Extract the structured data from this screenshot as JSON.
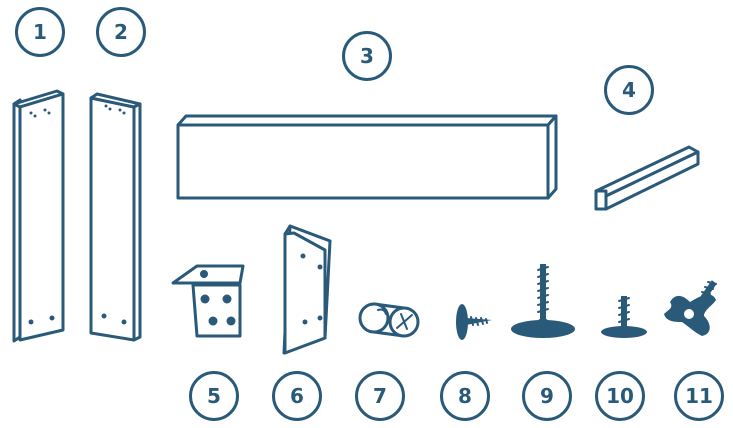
{
  "parts": [
    {
      "id": "1",
      "label": "1",
      "icon": "side-panel-left"
    },
    {
      "id": "2",
      "label": "2",
      "icon": "side-panel-right"
    },
    {
      "id": "3",
      "label": "3",
      "icon": "long-board"
    },
    {
      "id": "4",
      "label": "4",
      "icon": "wooden-dowel-bar"
    },
    {
      "id": "5",
      "label": "5",
      "icon": "angle-bracket"
    },
    {
      "id": "6",
      "label": "6",
      "icon": "mounting-plate"
    },
    {
      "id": "7",
      "label": "7",
      "icon": "cam-lock"
    },
    {
      "id": "8",
      "label": "8",
      "icon": "nail"
    },
    {
      "id": "9",
      "label": "9",
      "icon": "large-leveling-foot"
    },
    {
      "id": "10",
      "label": "10",
      "icon": "small-leveling-foot"
    },
    {
      "id": "11",
      "label": "11",
      "icon": "star-knob"
    }
  ],
  "colors": {
    "stroke": "#2a5a7a",
    "background": "#ffffff"
  }
}
